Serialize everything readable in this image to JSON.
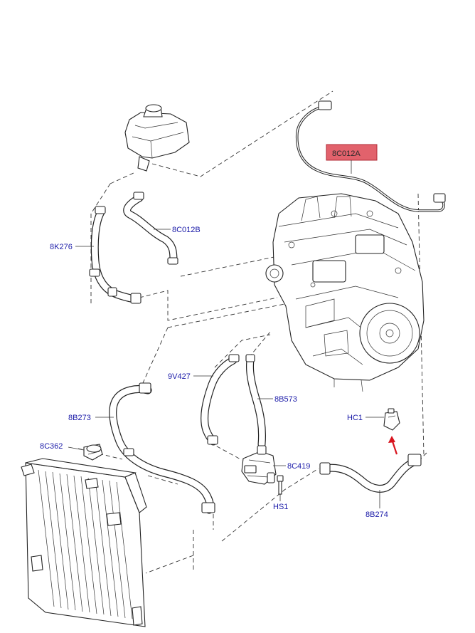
{
  "diagram": {
    "callouts": {
      "hose_8K276": "8K276",
      "hose_8C012B": "8C012B",
      "hose_8C012A": "8C012A",
      "hose_9V427": "9V427",
      "hose_8B573": "8B573",
      "hose_8B273": "8B273",
      "cap_8C362": "8C362",
      "clip_HC1": "HC1",
      "pump_8C419": "8C419",
      "bolt_HS1": "HS1",
      "hose_8B274": "8B274"
    },
    "highlight": {
      "part": "8C012A",
      "fill_color": "#e2626c",
      "border_color": "#b02a36"
    },
    "arrow_color": "#d8141e"
  }
}
